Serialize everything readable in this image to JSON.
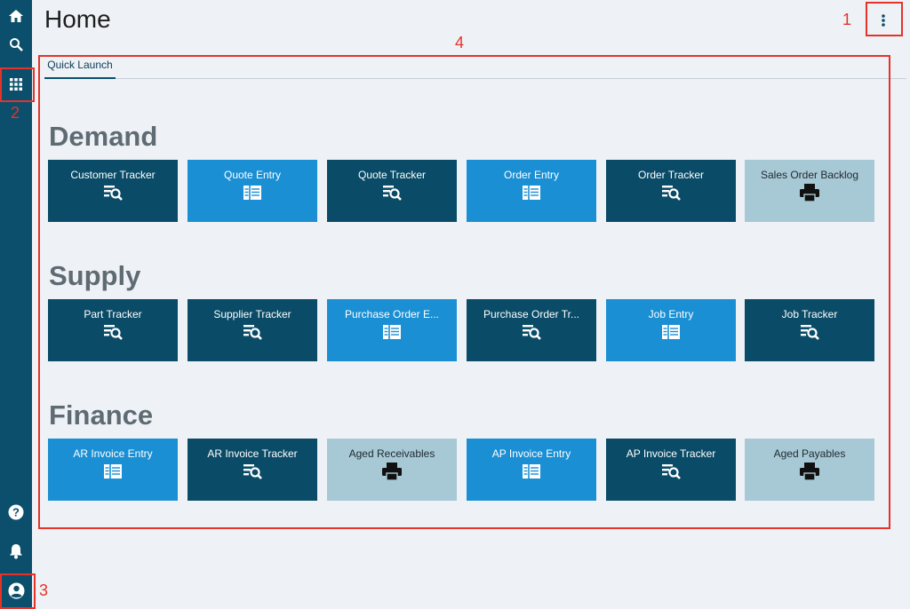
{
  "page": {
    "title": "Home"
  },
  "sidebar": {
    "items": [
      {
        "name": "home",
        "icon": "home-icon"
      },
      {
        "name": "search",
        "icon": "search-icon"
      },
      {
        "name": "apps",
        "icon": "grid-icon"
      },
      {
        "name": "help",
        "icon": "help-icon"
      },
      {
        "name": "notifications",
        "icon": "bell-icon"
      },
      {
        "name": "account",
        "icon": "user-icon"
      }
    ]
  },
  "header": {
    "menu_icon": "kebab-icon"
  },
  "tabs": [
    {
      "label": "Quick Launch",
      "active": true
    }
  ],
  "sections": [
    {
      "title": "Demand",
      "tiles": [
        {
          "label": "Customer Tracker",
          "style": "dark",
          "icon": "tracker-icon"
        },
        {
          "label": "Quote Entry",
          "style": "light",
          "icon": "entry-icon"
        },
        {
          "label": "Quote Tracker",
          "style": "dark",
          "icon": "tracker-icon"
        },
        {
          "label": "Order Entry",
          "style": "light",
          "icon": "entry-icon"
        },
        {
          "label": "Order Tracker",
          "style": "dark",
          "icon": "tracker-icon"
        },
        {
          "label": "Sales Order Backlog",
          "style": "gray",
          "icon": "printer-icon"
        }
      ]
    },
    {
      "title": "Supply",
      "tiles": [
        {
          "label": "Part Tracker",
          "style": "dark",
          "icon": "tracker-icon"
        },
        {
          "label": "Supplier Tracker",
          "style": "dark",
          "icon": "tracker-icon"
        },
        {
          "label": "Purchase Order E...",
          "style": "light",
          "icon": "entry-icon"
        },
        {
          "label": "Purchase Order Tr...",
          "style": "dark",
          "icon": "tracker-icon"
        },
        {
          "label": "Job Entry",
          "style": "light",
          "icon": "entry-icon"
        },
        {
          "label": "Job Tracker",
          "style": "dark",
          "icon": "tracker-icon"
        }
      ]
    },
    {
      "title": "Finance",
      "tiles": [
        {
          "label": "AR Invoice Entry",
          "style": "light",
          "icon": "entry-icon"
        },
        {
          "label": "AR Invoice Tracker",
          "style": "dark",
          "icon": "tracker-icon"
        },
        {
          "label": "Aged Receivables",
          "style": "gray",
          "icon": "printer-icon"
        },
        {
          "label": "AP Invoice Entry",
          "style": "light",
          "icon": "entry-icon"
        },
        {
          "label": "AP Invoice Tracker",
          "style": "dark",
          "icon": "tracker-icon"
        },
        {
          "label": "Aged Payables",
          "style": "gray",
          "icon": "printer-icon"
        }
      ]
    }
  ],
  "annotations": [
    {
      "label": "1"
    },
    {
      "label": "2"
    },
    {
      "label": "3"
    },
    {
      "label": "4"
    }
  ],
  "colors": {
    "sidebar": "#0b4f6c",
    "tile_dark": "#0a4b67",
    "tile_light": "#1b8fd3",
    "tile_gray": "#a7c8d5",
    "annotation": "#e5332a"
  }
}
